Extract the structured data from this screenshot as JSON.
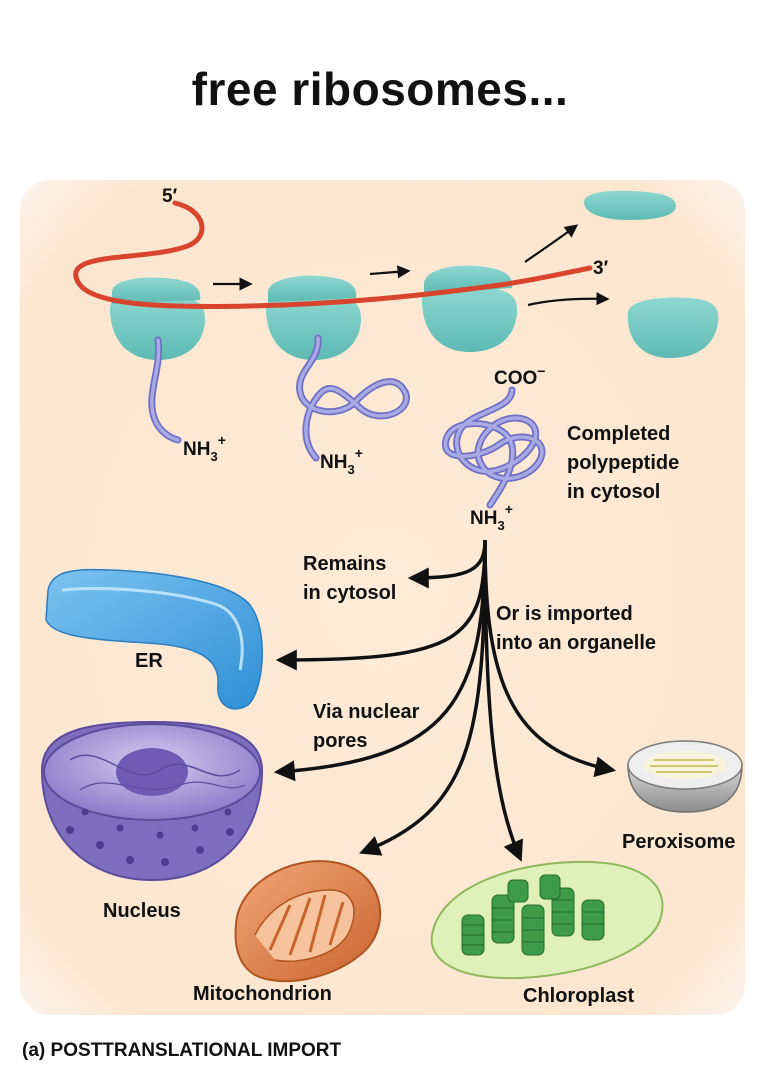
{
  "title": "free ribosomes...",
  "mrna": {
    "five_prime": "5′",
    "three_prime": "3′"
  },
  "chains": {
    "nh3": "NH",
    "nh3_sub": "3",
    "nh3_sup": "+",
    "coo": "COO",
    "coo_sup": "−"
  },
  "labels": {
    "completed_1": "Completed",
    "completed_2": "polypeptide",
    "completed_3": "in cytosol",
    "remains_1": "Remains",
    "remains_2": "in cytosol",
    "imported_1": "Or is imported",
    "imported_2": "into an organelle",
    "nuclear_1": "Via nuclear",
    "nuclear_2": "pores",
    "er": "ER",
    "nucleus": "Nucleus",
    "mitochondrion": "Mitochondrion",
    "chloroplast": "Chloroplast",
    "peroxisome": "Peroxisome"
  },
  "caption": {
    "part": "(a)",
    "text": "POSTTRANSLATIONAL IMPORT"
  },
  "colors": {
    "background_panel": "#fbe7d2",
    "ribosome": "#73cbc4",
    "mrna": "#d9452c",
    "polypeptide": "#8f8fd6",
    "er": "#4aa6e6",
    "nucleus": "#8a7bc9",
    "mitochondrion": "#e0824a",
    "chloroplast": "#3d9b4a",
    "peroxisome": "#a8a8a8"
  }
}
